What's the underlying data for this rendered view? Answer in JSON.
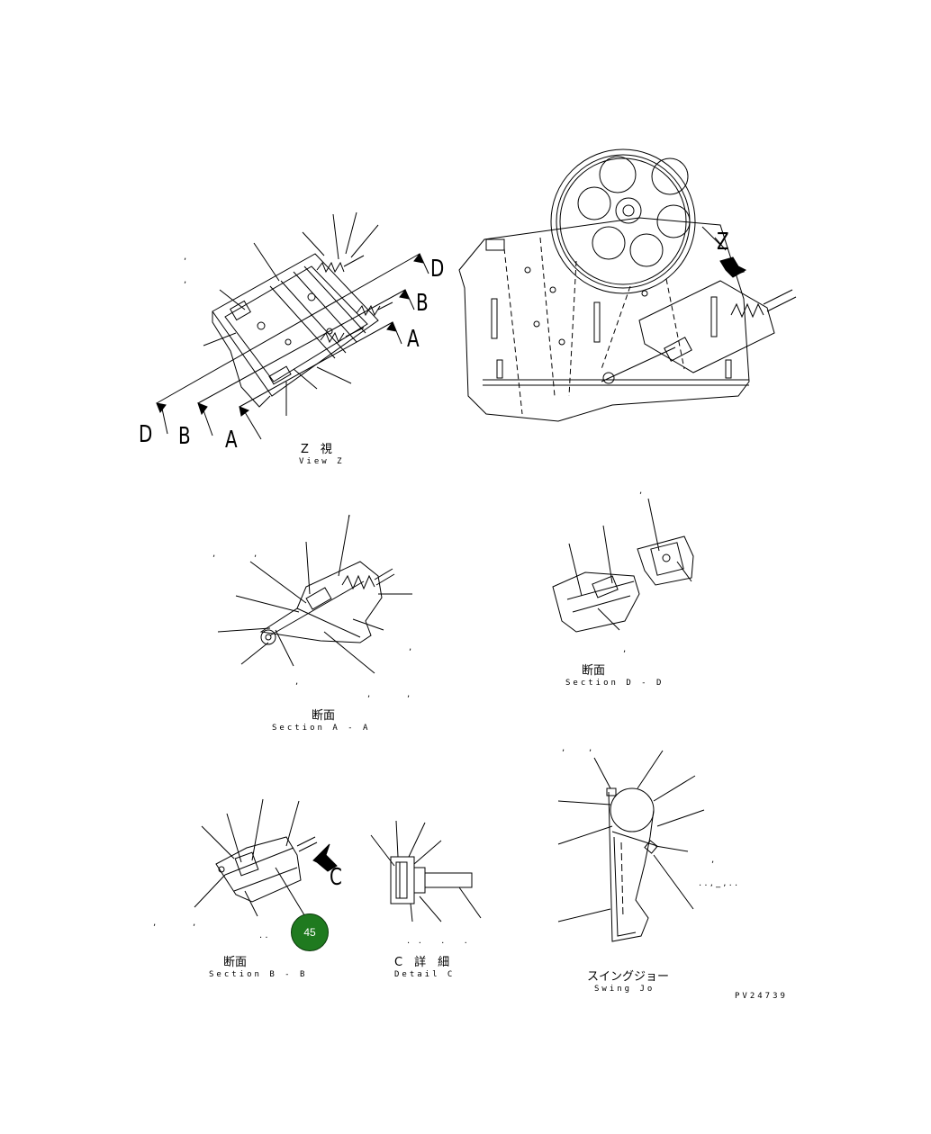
{
  "view_z": {
    "title_jp": "Z　視",
    "title_en": "View Z",
    "letters": [
      "D",
      "B",
      "A",
      "D",
      "B",
      "A"
    ]
  },
  "main_view": {
    "z_label": "Z"
  },
  "section_aa": {
    "title_jp": "断面",
    "title_en": "Section A - A"
  },
  "section_dd": {
    "title_jp": "断面",
    "title_en": "Section D - D"
  },
  "section_bb": {
    "title_jp": "断面",
    "title_en": "Section B - B",
    "arrow_label": "C"
  },
  "detail_c": {
    "title_jp": "C　詳　細",
    "title_en": "Detail C"
  },
  "swing_jaw": {
    "title_jp": "スイングジョー",
    "title_en": "Swing Jo"
  },
  "drawing_id": "PV24739",
  "badge": {
    "number": "45",
    "color": "#1f7a1f"
  }
}
